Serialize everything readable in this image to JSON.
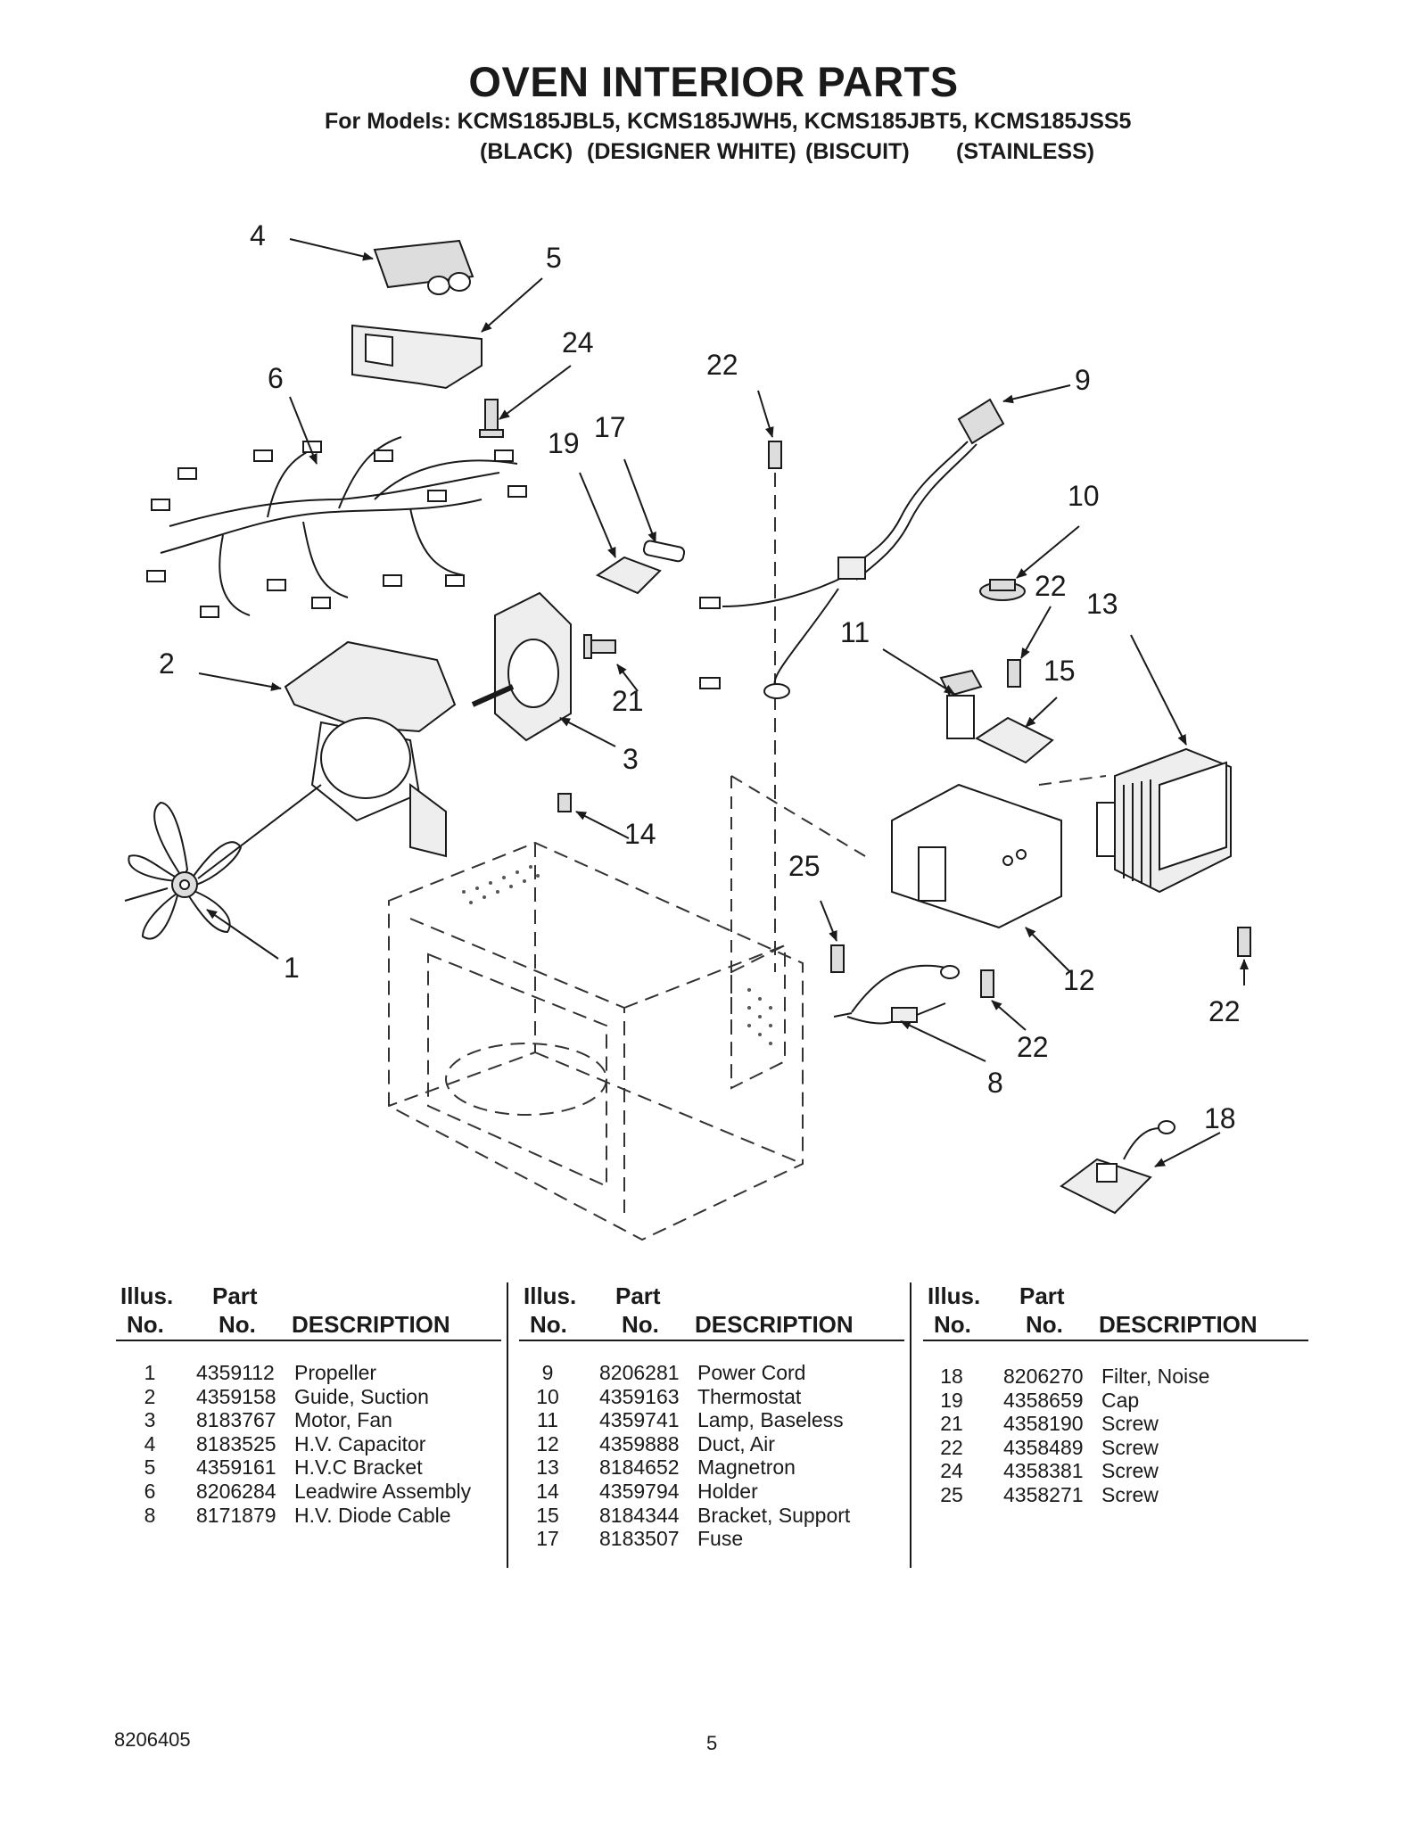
{
  "page": {
    "title": "OVEN INTERIOR PARTS",
    "models_line": "For Models: KCMS185JBL5, KCMS185JWH5, KCMS185JBT5, KCMS185JSS5",
    "colors": [
      "(BLACK)",
      "(DESIGNER WHITE)",
      "(BISCUIT)",
      "(STAINLESS)"
    ]
  },
  "diagram": {
    "callouts": [
      "4",
      "5",
      "24",
      "6",
      "22",
      "9",
      "19",
      "17",
      "10",
      "22",
      "13",
      "11",
      "15",
      "2",
      "21",
      "3",
      "14",
      "25",
      "1",
      "12",
      "22",
      "22",
      "8",
      "18"
    ]
  },
  "table": {
    "headers": {
      "illus": "Illus.",
      "no": "No.",
      "part": "Part",
      "part_no": "No.",
      "description": "DESCRIPTION"
    },
    "columns": [
      [
        {
          "illus": "1",
          "part": "4359112",
          "desc": "Propeller"
        },
        {
          "illus": "2",
          "part": "4359158",
          "desc": "Guide, Suction"
        },
        {
          "illus": "3",
          "part": "8183767",
          "desc": "Motor, Fan"
        },
        {
          "illus": "4",
          "part": "8183525",
          "desc": "H.V. Capacitor"
        },
        {
          "illus": "5",
          "part": "4359161",
          "desc": "H.V.C Bracket"
        },
        {
          "illus": "6",
          "part": "8206284",
          "desc": "Leadwire Assembly"
        },
        {
          "illus": "8",
          "part": "8171879",
          "desc": "H.V. Diode Cable"
        }
      ],
      [
        {
          "illus": "9",
          "part": "8206281",
          "desc": "Power Cord"
        },
        {
          "illus": "10",
          "part": "4359163",
          "desc": "Thermostat"
        },
        {
          "illus": "11",
          "part": "4359741",
          "desc": "Lamp, Baseless"
        },
        {
          "illus": "12",
          "part": "4359888",
          "desc": "Duct, Air"
        },
        {
          "illus": "13",
          "part": "8184652",
          "desc": "Magnetron"
        },
        {
          "illus": "14",
          "part": "4359794",
          "desc": "Holder"
        },
        {
          "illus": "15",
          "part": "8184344",
          "desc": "Bracket, Support"
        },
        {
          "illus": "17",
          "part": "8183507",
          "desc": "Fuse"
        }
      ],
      [
        {
          "illus": "18",
          "part": "8206270",
          "desc": "Filter, Noise"
        },
        {
          "illus": "19",
          "part": "4358659",
          "desc": "Cap"
        },
        {
          "illus": "21",
          "part": "4358190",
          "desc": "Screw"
        },
        {
          "illus": "22",
          "part": "4358489",
          "desc": "Screw"
        },
        {
          "illus": "24",
          "part": "4358381",
          "desc": "Screw"
        },
        {
          "illus": "25",
          "part": "4358271",
          "desc": "Screw"
        }
      ]
    ]
  },
  "footer": {
    "doc_number": "8206405",
    "page_number": "5"
  }
}
